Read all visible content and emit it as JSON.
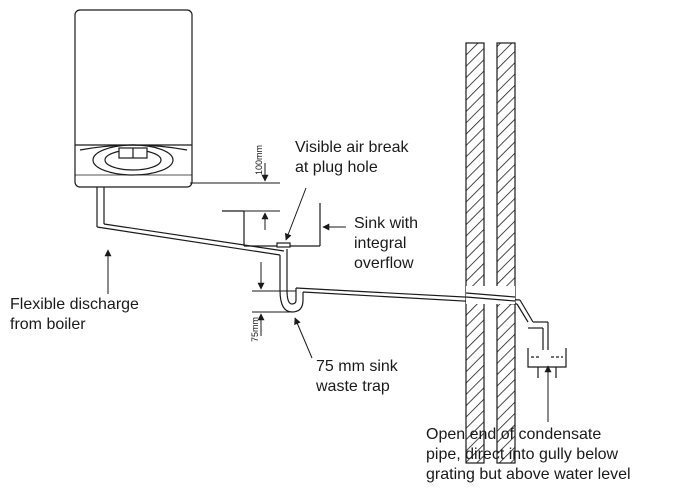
{
  "labels": {
    "air_break": [
      "Visible air break",
      "at plug hole"
    ],
    "sink": [
      "Sink with",
      "integral",
      "overflow"
    ],
    "flexible": [
      "Flexible discharge",
      "from boiler"
    ],
    "trap": [
      "75 mm sink",
      "waste trap"
    ],
    "open_end": [
      "Open end of condensate",
      "pipe, direct into gully below",
      "grating but above water level"
    ]
  },
  "dimensions": {
    "upper": "100mm",
    "lower": "75mm"
  },
  "colors": {
    "line": "#1a1a1a",
    "background": "#ffffff"
  }
}
